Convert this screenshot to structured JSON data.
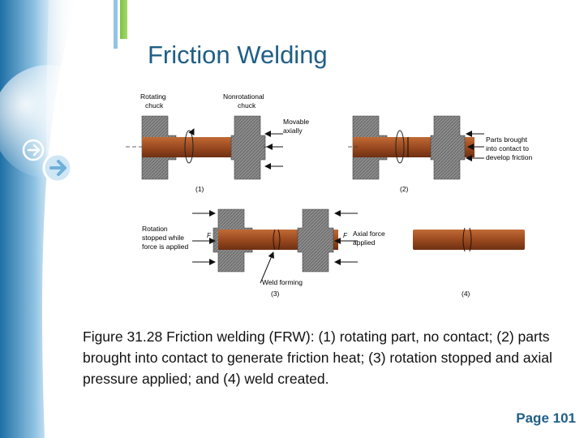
{
  "slide": {
    "title": "Friction Welding",
    "caption": "Figure 31.28  Friction welding (FRW): (1) rotating part, no contact; (2) parts brought into contact to generate friction heat; (3) rotation stopped and axial pressure applied; and (4) weld created.",
    "page_label": "Page 101"
  },
  "decoration": {
    "arrow_icons": [
      "arrow-right-circle-icon",
      "arrow-right-circle-icon",
      "arrow-right-circle-icon"
    ],
    "accent_color": "#7cc242",
    "title_color": "#1f5f86"
  },
  "figure": {
    "labels": {
      "rotating_chuck_1": "Rotating",
      "rotating_chuck_2": "chuck",
      "nonrotational_chuck_1": "Nonrotational",
      "nonrotational_chuck_2": "chuck",
      "movable_1": "Movable",
      "movable_2": "axially",
      "brought_1": "Parts brought",
      "brought_2": "into contact to",
      "brought_3": "develop friction",
      "rotation_1": "Rotation",
      "rotation_2": "stopped while",
      "rotation_3": "force is applied",
      "axial_1": "Axial force",
      "axial_2": "applied",
      "weld_forming": "Weld forming",
      "force_left": "F",
      "force_right": "F"
    },
    "steps": [
      "(1)",
      "(2)",
      "(3)",
      "(4)"
    ]
  }
}
